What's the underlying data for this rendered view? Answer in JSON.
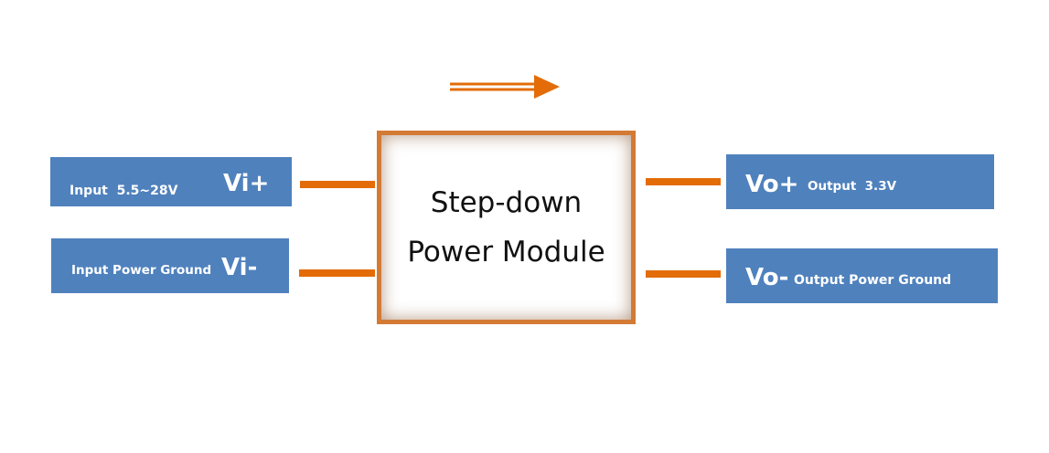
{
  "colors": {
    "pin_fill": "#4f81bd",
    "pin_text": "#ffffff",
    "wire": "#e36c09",
    "module_border": "#d37a35",
    "module_text": "#111111"
  },
  "flow_arrow": {
    "icon": "right-arrow-icon"
  },
  "module": {
    "line1": "Step-down",
    "line2": "Power Module"
  },
  "inputs": [
    {
      "description": "Input  5.5~28V",
      "pin": "Vi+"
    },
    {
      "description": "Input Power Ground",
      "pin": "Vi-"
    }
  ],
  "outputs": [
    {
      "pin": "Vo+",
      "description": "Output  3.3V"
    },
    {
      "pin": "Vo-",
      "description": "Output Power Ground"
    }
  ]
}
